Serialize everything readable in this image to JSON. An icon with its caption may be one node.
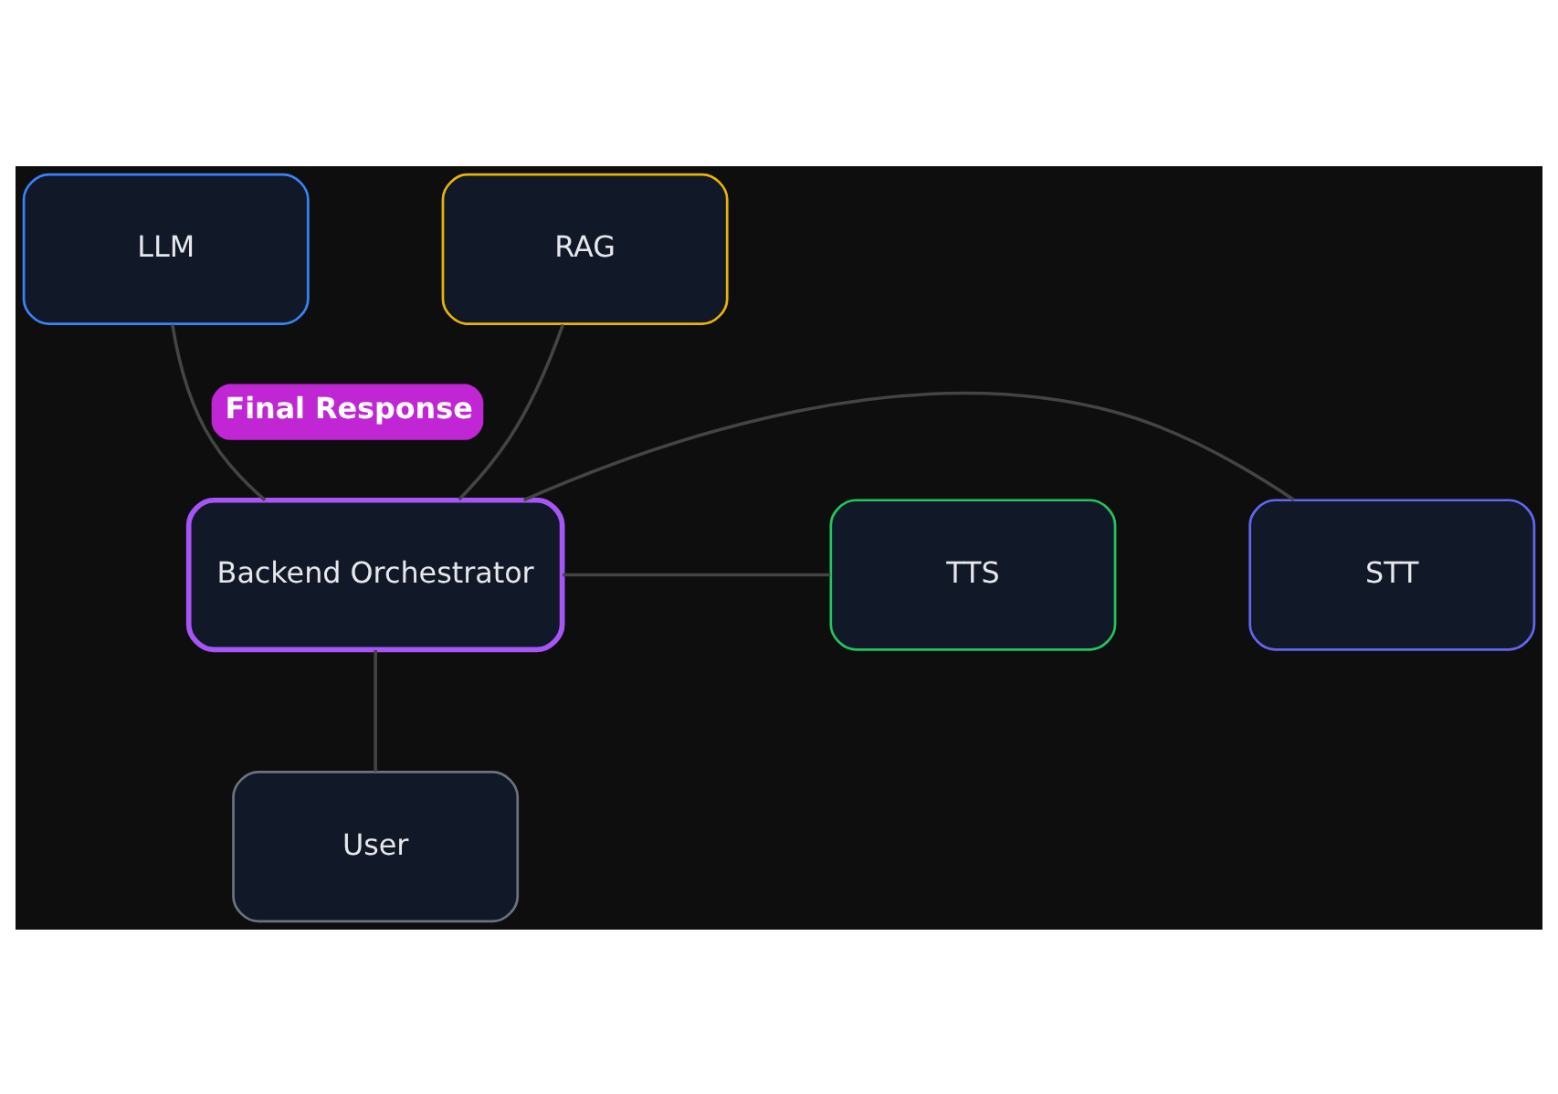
{
  "diagram": {
    "nodes": [
      {
        "text": [
          "LLM"
        ]
      },
      {
        "text": [
          "RAG"
        ]
      },
      {
        "text": [
          "STT"
        ]
      },
      {
        "text": [
          "Backend Orchestrator"
        ]
      },
      {
        "text": [
          "TTS"
        ]
      },
      {
        "text": [
          "User"
        ]
      }
    ],
    "edges": [
      {
        "from": 3,
        "to": 0,
        "arrow": "none",
        "label": "Final Response"
      },
      {
        "from": 3,
        "to": 1,
        "arrow": "none"
      },
      {
        "from": 3,
        "to": 2,
        "arrow": "none"
      },
      {
        "from": 3,
        "to": 4,
        "arrow": "none"
      },
      {
        "from": 3,
        "to": 5,
        "arrow": "none"
      }
    ]
  }
}
